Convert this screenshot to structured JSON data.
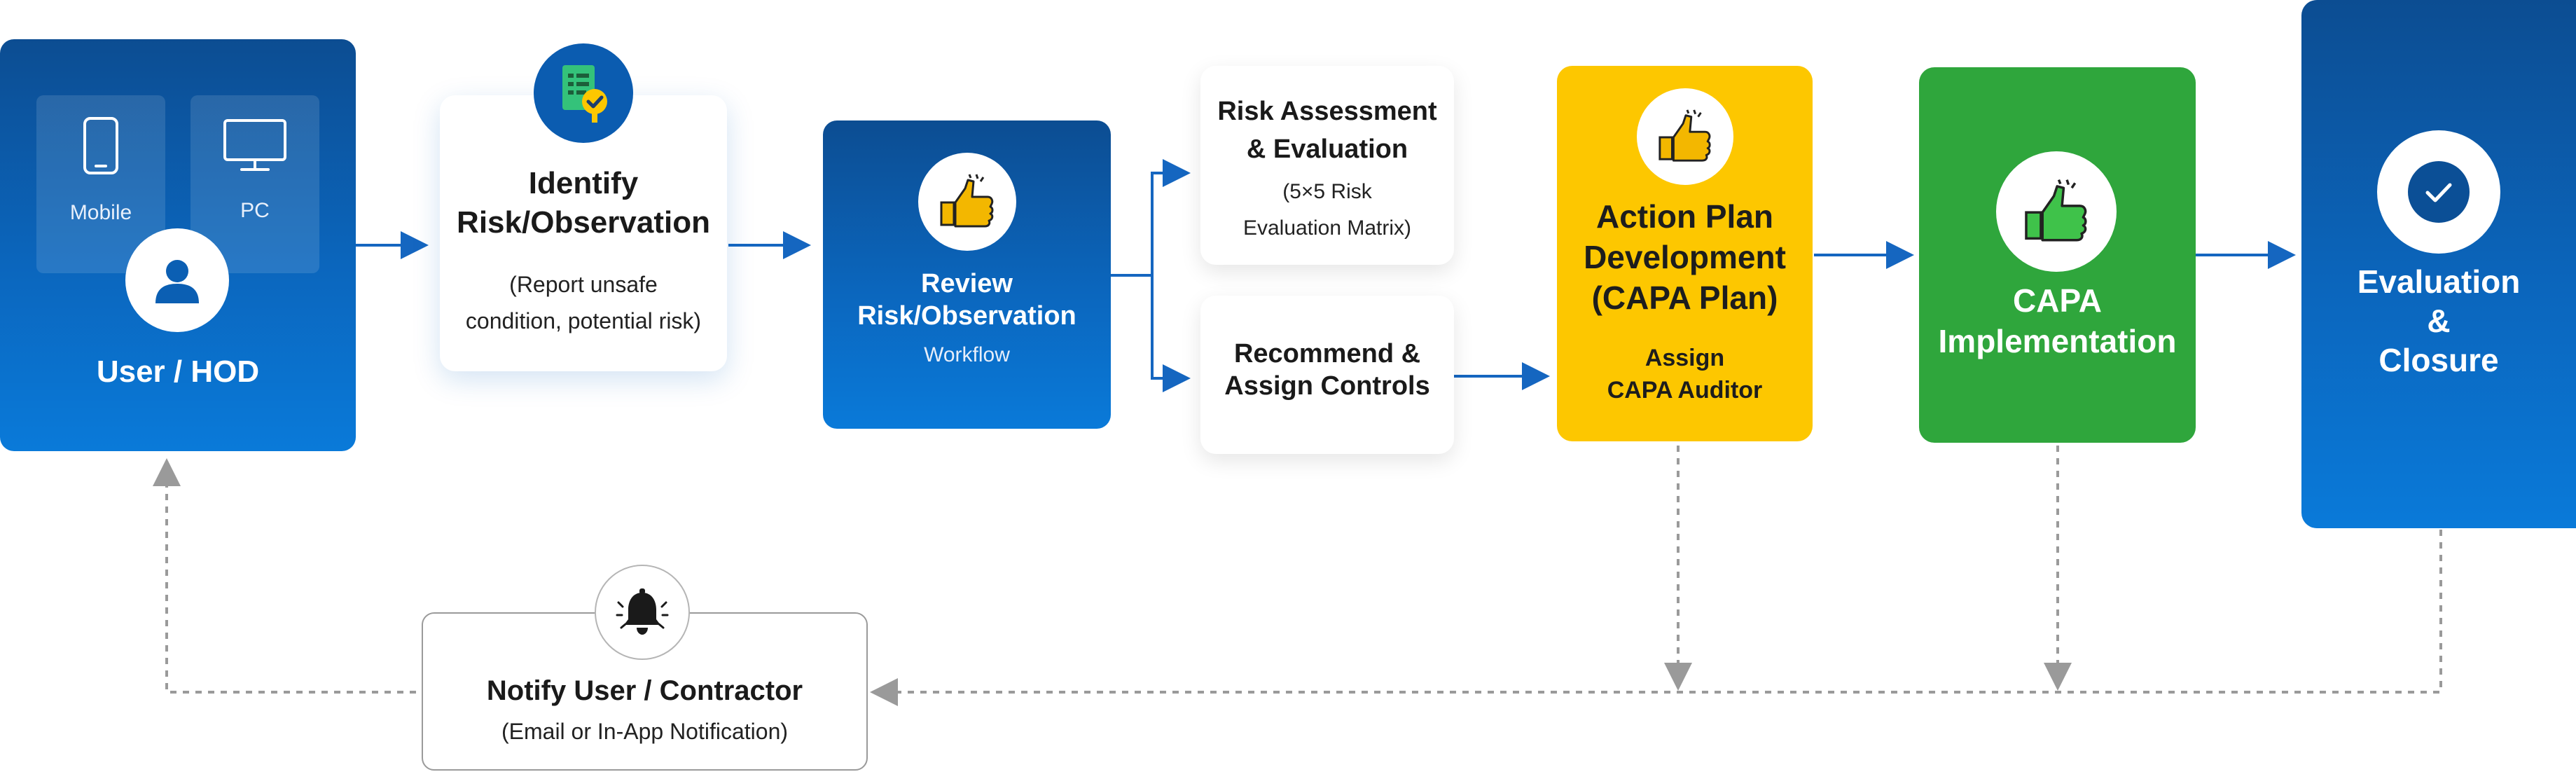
{
  "user": {
    "title": "User / HOD",
    "devices": [
      {
        "label": "Mobile",
        "icon": "mobile-phone-icon"
      },
      {
        "label": "PC",
        "icon": "monitor-icon"
      }
    ],
    "icon": "user-icon"
  },
  "identify": {
    "title_line1": "Identify",
    "title_line2": "Risk/Observation",
    "sub_line1": "(Report unsafe",
    "sub_line2": "condition, potential risk)",
    "icon": "document-checkmark-icon"
  },
  "review": {
    "title_line1": "Review",
    "title_line2": "Risk/Observation",
    "sub": "Workflow",
    "icon": "thumbs-up-icon"
  },
  "assess": {
    "title_line1": "Risk Assessment",
    "title_line2": "& Evaluation",
    "sub_line1": "(5×5 Risk",
    "sub_line2": "Evaluation Matrix)"
  },
  "recommend": {
    "title_line1": "Recommend &",
    "title_line2": "Assign Controls"
  },
  "action": {
    "title_line1": "Action Plan",
    "title_line2": "Development",
    "title_line3": "(CAPA Plan)",
    "sub_line1": "Assign",
    "sub_line2": "CAPA Auditor",
    "icon": "thumbs-up-icon"
  },
  "capa": {
    "title_line1": "CAPA",
    "title_line2": "Implementation",
    "icon": "thumbs-up-icon"
  },
  "closure": {
    "title_line1": "Evaluation",
    "title_line2": "&",
    "title_line3": "Closure",
    "icon": "checkmark-circle-icon"
  },
  "notify": {
    "title": "Notify User / Contractor",
    "sub": "(Email or In-App Notification)",
    "icon": "bell-icon"
  },
  "colors": {
    "blue_dark": "#0c4d92",
    "blue_light": "#0a7ad9",
    "yellow": "#fdc700",
    "green": "#2fa63c",
    "arrow": "#1566c0",
    "dashed": "#9a9a9a"
  }
}
